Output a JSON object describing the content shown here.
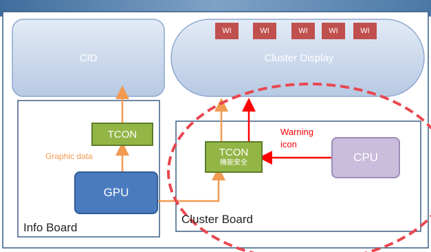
{
  "colors": {
    "background_top": "#5f86b0",
    "panel_bg": "#ffffff",
    "panel_border": "#355a82",
    "display_fill": "#c9d6ea",
    "display_border": "#8ea8cf",
    "tcon_fill": "#93b546",
    "gpu_fill": "#4b7bbf",
    "cpu_fill": "#c9bddb",
    "wi_fill": "#c0504d",
    "graphic_arrow": "#f29a50",
    "warning_arrow": "#ff0000",
    "safety_ellipse": "#e8474f"
  },
  "diagram": {
    "cid": {
      "label": "CID"
    },
    "cluster_display": {
      "label": "Cluster Display",
      "warning_icons": [
        "WI",
        "WI",
        "WI",
        "WI",
        "WI"
      ]
    },
    "info_board": {
      "label": "Info Board",
      "tcon": {
        "label": "TCON"
      },
      "gpu": {
        "label": "GPU"
      },
      "graphic_data_label": "Graphic data"
    },
    "cluster_board": {
      "label": "Cluster Board",
      "tcon": {
        "label": "TCON",
        "sublabel": "機能安全"
      },
      "cpu": {
        "label": "CPU"
      },
      "warning_label_line1": "Warning",
      "warning_label_line2": "icon"
    }
  }
}
